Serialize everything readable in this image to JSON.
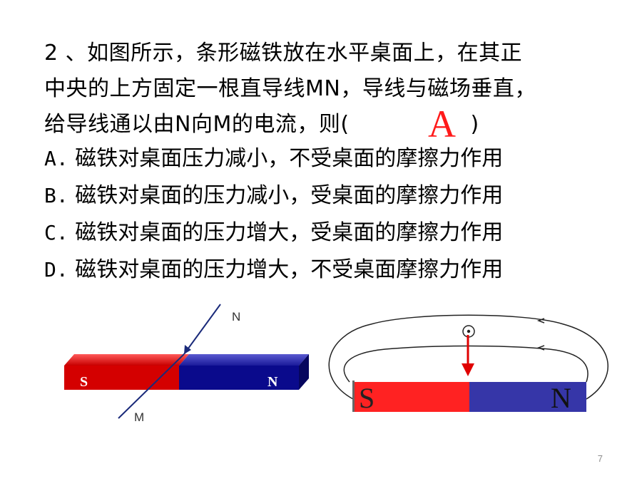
{
  "question": {
    "line1": "2 、如图所示，条形磁铁放在水平桌面上，在其正",
    "line2": "中央的上方固定一根直导线MN，导线与磁场垂直，",
    "line3_start": "给导线通以由N向M的电流，则(",
    "line3_end": ")",
    "answer": "A"
  },
  "options": [
    {
      "letter": "A.",
      "text": "磁铁对桌面压力减小，不受桌面的摩擦力作用"
    },
    {
      "letter": "B.",
      "text": "磁铁对桌面的压力减小，受桌面的摩擦力作用"
    },
    {
      "letter": "C.",
      "text": "磁铁对桌面的压力增大，受桌面的摩擦力作用"
    },
    {
      "letter": "D.",
      "text": "磁铁对桌面的压力增大，不受桌面摩擦力作用"
    }
  ],
  "figure_left": {
    "magnet_s_label": "S",
    "magnet_n_label": "N",
    "wire_top_label": "N",
    "wire_bottom_label": "M"
  },
  "figure_right": {
    "magnet_s_label": "S",
    "magnet_n_label": "N"
  },
  "colors": {
    "magnet_red": "#d40000",
    "magnet_blue": "#0a0a8c",
    "wire": "#1a2a7a",
    "answer_red": "#ff1a1a",
    "force_arrow": "#e00000"
  },
  "page_number": "7"
}
